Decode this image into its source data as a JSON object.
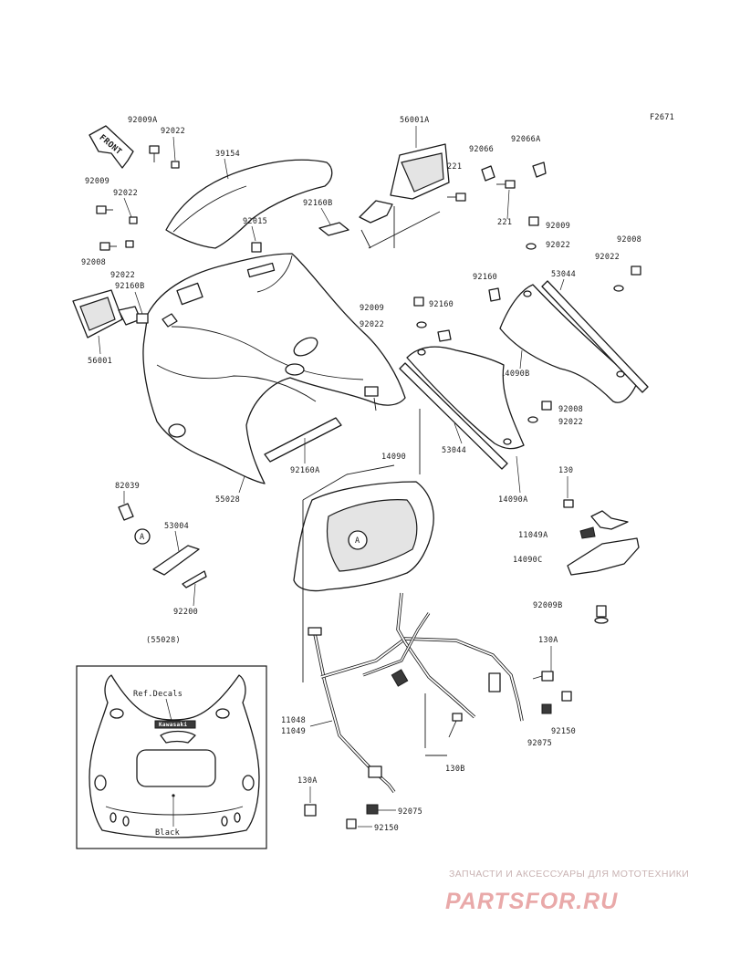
{
  "diagram": {
    "figure_code": "F2671",
    "front_arrow": "FRONT",
    "callouts": [
      "92009A",
      "92022",
      "39154",
      "56001A",
      "92066",
      "92066A",
      "221",
      "221",
      "92160B",
      "92015",
      "92009",
      "92022",
      "92009",
      "92022",
      "92008",
      "92008",
      "92022",
      "92022",
      "92160B",
      "92160",
      "53044",
      "92009",
      "92160",
      "92022",
      "14090B",
      "56001",
      "92008",
      "92022",
      "53044",
      "92160A",
      "55028",
      "14090",
      "14090A",
      "130",
      "11049A",
      "14090C",
      "92009B",
      "82039",
      "53004",
      "92200",
      "130A",
      "11048",
      "11049",
      "92075",
      "92150",
      "130B",
      "130A",
      "92075",
      "92150",
      "(55028)",
      "Ref.Decals",
      "Black",
      "A",
      "A"
    ],
    "decal_logo": "Kawasaki"
  },
  "watermark": {
    "line1": "ЗАПЧАСТИ И АКСЕССУАРЫ ДЛЯ МОТОТЕХНИКИ",
    "line2": "PARTSFOR.RU"
  },
  "colors": {
    "ink": "#1a1a1a",
    "paper": "#ffffff",
    "watermark": "#e9a9a9"
  }
}
